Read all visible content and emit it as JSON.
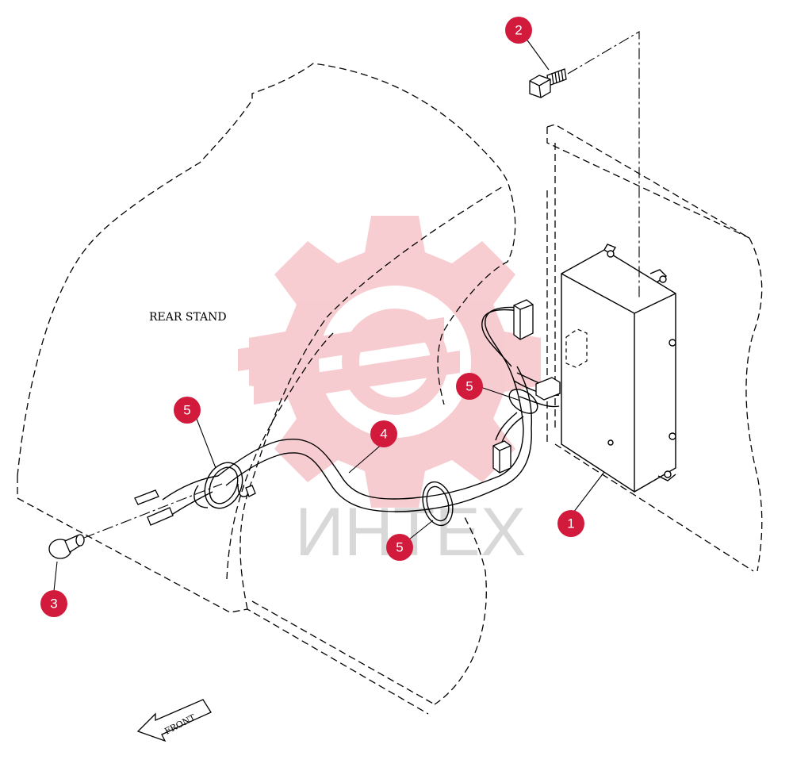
{
  "diagram": {
    "rear_stand_label": "REAR STAND",
    "front_label": "FRONT",
    "callouts": [
      {
        "id": "callout-1",
        "label": "1"
      },
      {
        "id": "callout-2",
        "label": "2"
      },
      {
        "id": "callout-3",
        "label": "3"
      },
      {
        "id": "callout-4",
        "label": "4"
      },
      {
        "id": "callout-5a",
        "label": "5"
      },
      {
        "id": "callout-5b",
        "label": "5"
      },
      {
        "id": "callout-5c",
        "label": "5"
      }
    ],
    "callout_color": "#d21a3c",
    "line_color": "#000000"
  },
  "watermark": {
    "text": "ИНТЕХ",
    "gear_color": "#f6c4c9",
    "text_color": "#d8d8d8"
  }
}
